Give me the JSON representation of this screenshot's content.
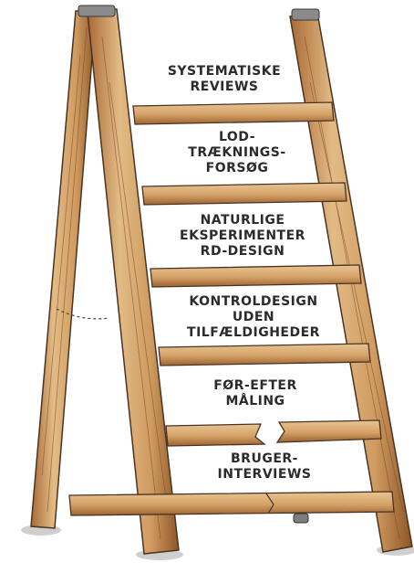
{
  "ladder": {
    "rungs": [
      {
        "label": "SYSTEMATISKE\nREVIEWS"
      },
      {
        "label": "LOD-\nTRÆKNINGS-\nFORSØG"
      },
      {
        "label": "NATURLIGE\nEKSPERIMENTER\nRD-DESIGN"
      },
      {
        "label": "KONTROLDESIGN\nUDEN\nTILFÆLDIGHEDER"
      },
      {
        "label": "FØR-EFTER\nMÅLING"
      },
      {
        "label": "BRUGER-\nINTERVIEWS"
      }
    ]
  },
  "colors": {
    "wood_light": "#e9c79a",
    "wood_mid": "#d09a5e",
    "wood_dark": "#9a6232",
    "outline": "#4a3322",
    "text": "#2b2b2b"
  }
}
